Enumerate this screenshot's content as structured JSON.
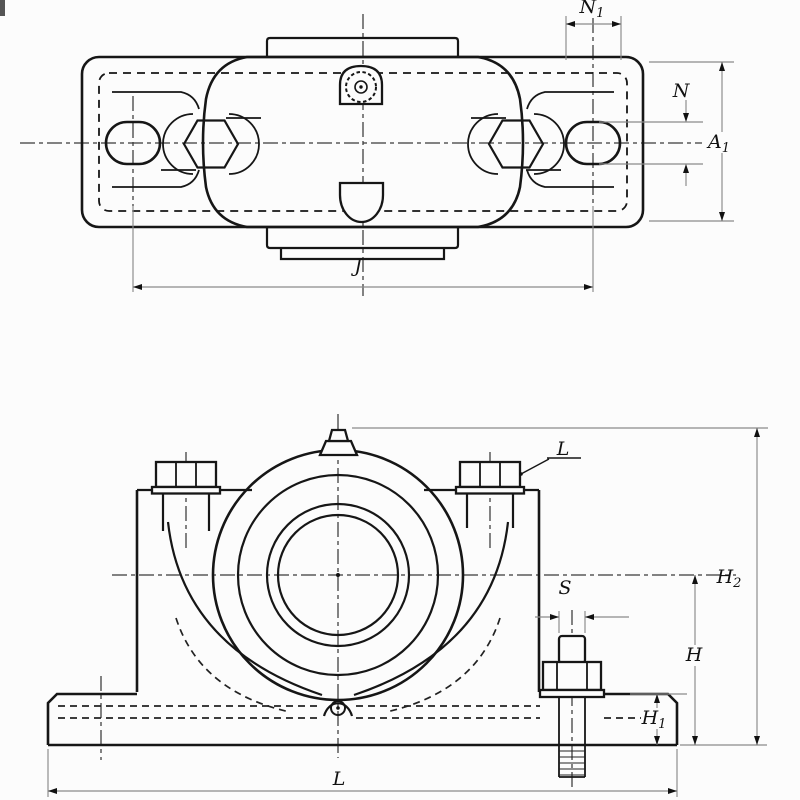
{
  "labels": {
    "n1": {
      "main": "N",
      "sub": "1"
    },
    "n": {
      "main": "N"
    },
    "a1": {
      "main": "A",
      "sub": "1"
    },
    "j": {
      "main": "J"
    },
    "cap_bolt_leader": {
      "main": "L"
    },
    "s": {
      "main": "S"
    },
    "h2": {
      "main": "H",
      "sub": "2"
    },
    "h": {
      "main": "H"
    },
    "h1": {
      "main": "H",
      "sub": "1"
    },
    "l": {
      "main": "L"
    }
  },
  "colors": {
    "background": "#fcfcfc",
    "line": "#161616",
    "dimension_line": "#8a8a8a",
    "label": "#111111"
  }
}
